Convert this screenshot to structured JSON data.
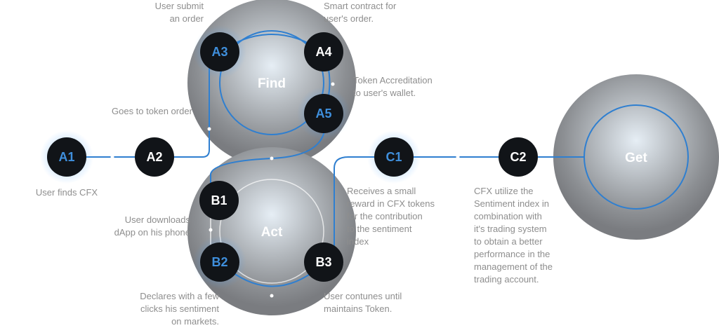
{
  "colors": {
    "node_fill": "#111418",
    "node_text_default": "#ffffff",
    "node_text_accent": "#3f8fdc",
    "line": "#2f7fd0",
    "description_text": "#8e8e8e"
  },
  "hubs": {
    "find": "Find",
    "act": "Act",
    "get": "Get"
  },
  "nodes": {
    "a1": "A1",
    "a2": "A2",
    "a3": "A3",
    "a4": "A4",
    "a5": "A5",
    "b1": "B1",
    "b2": "B2",
    "b3": "B3",
    "c1": "C1",
    "c2": "C2"
  },
  "descriptions": {
    "a1": "User finds CFX",
    "a2": "Goes to token order",
    "a3": "User submit\nan order",
    "a4": "Smart contract for\nuser's order.",
    "a5": "Token Accreditation\nto user's wallet.",
    "b1": "User downloads\ndApp on his phone",
    "b2": "Declares with a few\nclicks his sentiment\non markets.",
    "b3": "User contunes until\nmaintains Token.",
    "c1": "Receives a small\nreward in CFX tokens\nfor the contribution\nto the sentiment\nindex",
    "c2": "CFX utilize the\nSentiment index in\ncombination with\nit's trading system\nto obtain a better\nperformance in the\nmanagement of the\ntrading account."
  }
}
